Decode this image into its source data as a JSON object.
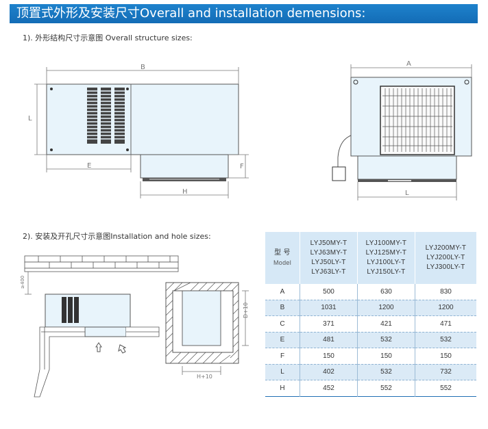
{
  "banner": {
    "title": "顶置式外形及安装尺寸Overall and installation demensions:"
  },
  "section1": {
    "title": "1). 外形结构尺寸示意图 Overall structure sizes:"
  },
  "section2": {
    "title": "2). 安装及开孔尺寸示意图Installation and hole sizes:"
  },
  "drawing_labels": {
    "front_B": "B",
    "front_L": "L",
    "front_E": "E",
    "front_F": "F",
    "front_H": "H",
    "side_A": "A",
    "side_L": "L",
    "install_height": "≥400",
    "hole_D": "D+10",
    "hole_H": "H+10"
  },
  "table": {
    "header_label_cn": "型 号",
    "header_label_en": "Model",
    "header_groups": [
      [
        "LYJ50MY-T",
        "LYJ63MY-T",
        "LYJ50LY-T",
        "LYJ63LY-T"
      ],
      [
        "LYJ100MY-T",
        "LYJ125MY-T",
        "LYJ100LY-T",
        "LYJ150LY-T"
      ],
      [
        "LYJ200MY-T",
        "LYJ200LY-T",
        "LYJ300LY-T"
      ]
    ],
    "rows": [
      {
        "label": "A",
        "v": [
          "500",
          "630",
          "830"
        ]
      },
      {
        "label": "B",
        "v": [
          "1031",
          "1200",
          "1200"
        ]
      },
      {
        "label": "C",
        "v": [
          "371",
          "421",
          "471"
        ]
      },
      {
        "label": "E",
        "v": [
          "481",
          "532",
          "532"
        ]
      },
      {
        "label": "F",
        "v": [
          "150",
          "150",
          "150"
        ]
      },
      {
        "label": "L",
        "v": [
          "402",
          "532",
          "732"
        ]
      },
      {
        "label": "H",
        "v": [
          "452",
          "552",
          "552"
        ]
      }
    ]
  }
}
